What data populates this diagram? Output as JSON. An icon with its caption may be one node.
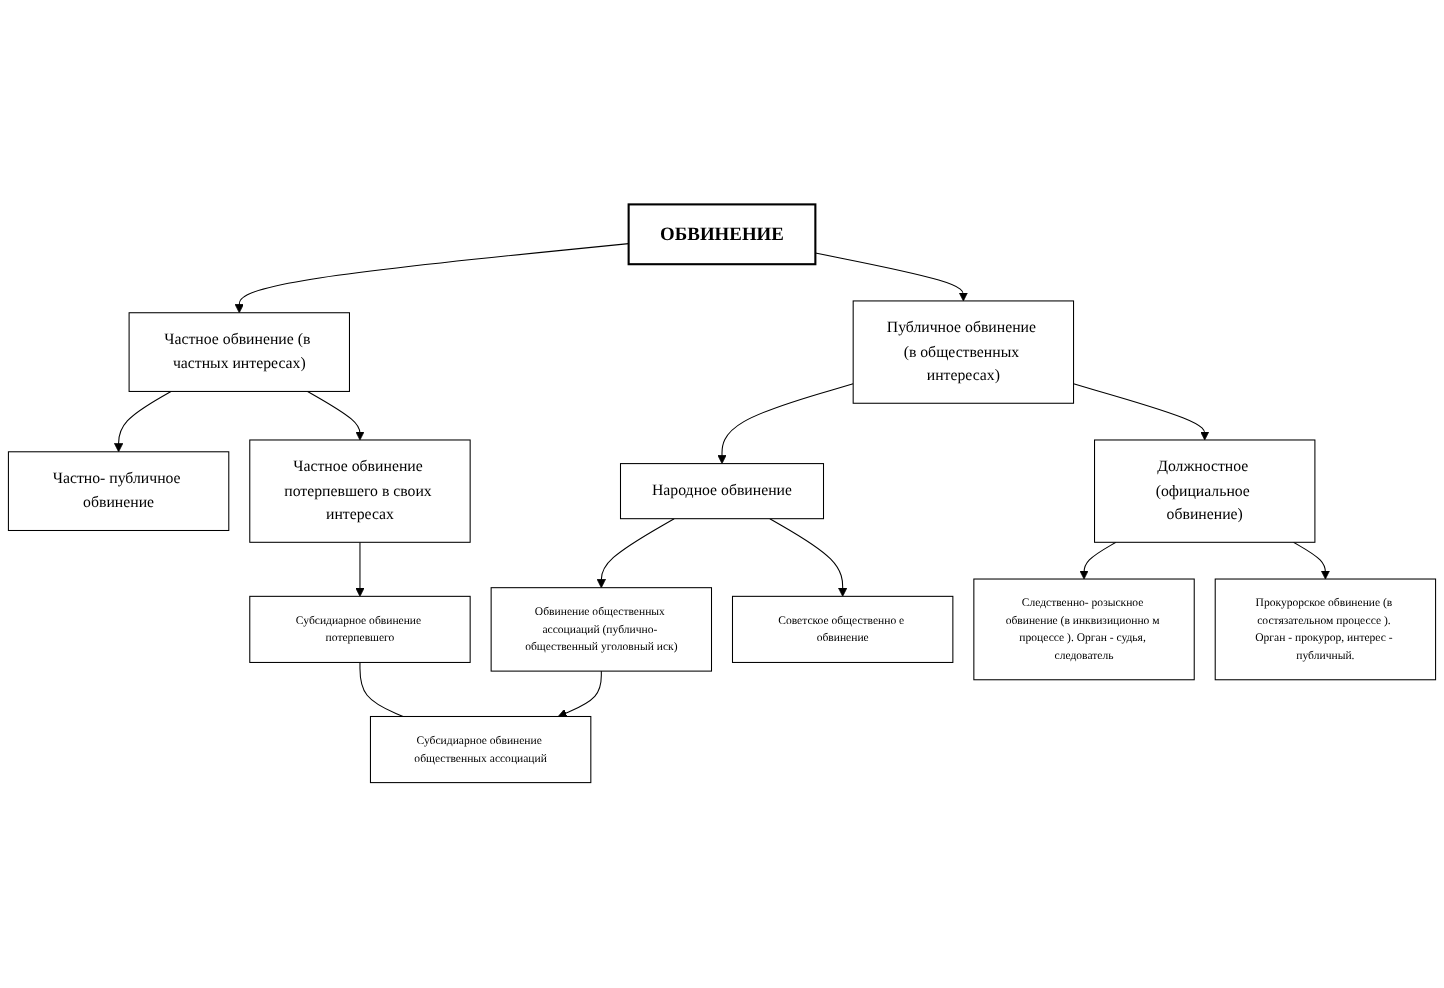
{
  "diagram": {
    "nodes": [
      {
        "text": [
          "ОБВИНЕНИЕ"
        ]
      },
      {
        "text": [
          "Частное обвинение (в частных интересах)"
        ]
      },
      {
        "text": [
          "Публичное обвинение (в общественных интересах)"
        ]
      },
      {
        "text": [
          "Частно- публичное обвинение"
        ]
      },
      {
        "text": [
          "Частное обвинение потерпевшего в своих интересах"
        ]
      },
      {
        "text": [
          "Народное обвинение"
        ]
      },
      {
        "text": [
          "Должностное (официальное обвинение)"
        ]
      },
      {
        "text": [
          "Обвинение общественных ассоциаций (публично- общественный уголовный иск)"
        ]
      },
      {
        "text": [
          "Советское общественно е обвинение"
        ]
      },
      {
        "text": [
          "Следственно- розыскное обвинение (в инквизиционно м процессе ). Орган - судья, следователь"
        ]
      },
      {
        "text": [
          "Прокурорское обвинение (в состязательном процессе ). Орган - прокурор, интерес - публичный."
        ]
      },
      {
        "text": [
          "Субсидиарное обвинение потерпевшего"
        ]
      },
      {
        "text": [
          "Субсидиарное обвинение общественных ассоциаций"
        ]
      }
    ],
    "edges": [
      {
        "from": 0,
        "to": 1,
        "arrow": "to"
      },
      {
        "from": 0,
        "to": 2,
        "arrow": "to"
      },
      {
        "from": 1,
        "to": 3,
        "arrow": "to"
      },
      {
        "from": 1,
        "to": 4,
        "arrow": "to"
      },
      {
        "from": 2,
        "to": 5,
        "arrow": "to"
      },
      {
        "from": 2,
        "to": 6,
        "arrow": "to"
      },
      {
        "from": 5,
        "to": 7,
        "arrow": "to"
      },
      {
        "from": 5,
        "to": 8,
        "arrow": "to"
      },
      {
        "from": 6,
        "to": 9,
        "arrow": "to"
      },
      {
        "from": 6,
        "to": 10,
        "arrow": "to"
      },
      {
        "from": 4,
        "to": 11,
        "arrow": "to"
      },
      {
        "from": 7,
        "to": 12,
        "arrow": "to"
      },
      {
        "from": 11,
        "to": 12,
        "arrow": "none"
      }
    ]
  }
}
